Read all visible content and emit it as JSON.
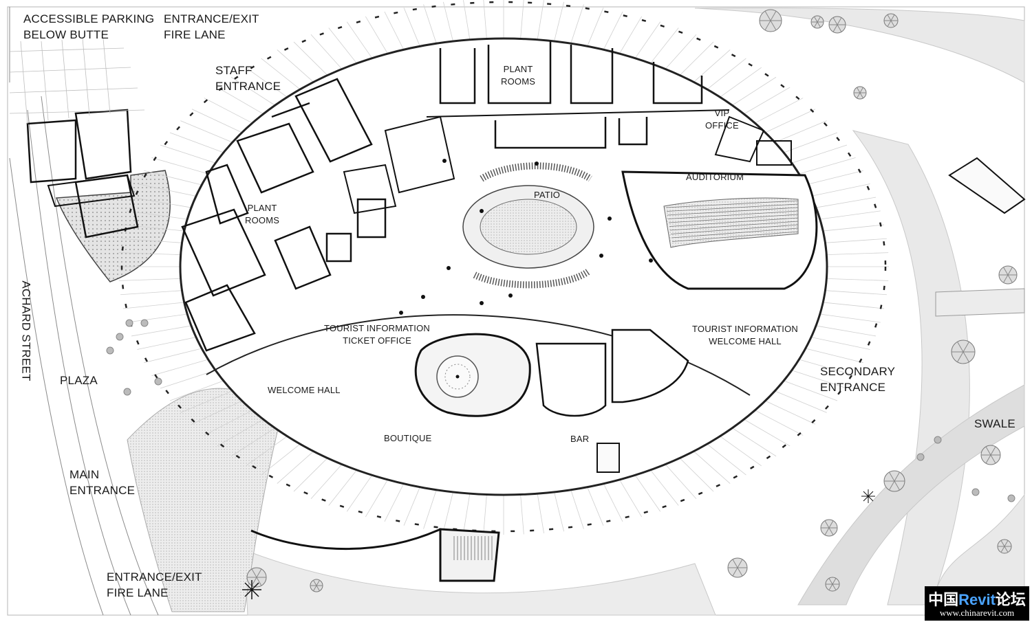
{
  "labels": {
    "parking": "ACCESSIBLE PARKING\nBELOW BUTTE",
    "fire_lane_top": "ENTRANCE/EXIT\nFIRE LANE",
    "staff_entrance": "STAFF\nENTRANCE",
    "plant_rooms_top": "PLANT\nROOMS",
    "plant_rooms_left": "PLANT\nROOMS",
    "vip_office": "VIP\nOFFICE",
    "auditorium": "AUDITORIUM",
    "patio": "PATIO",
    "tourist_ticket": "TOURIST INFORMATION\nTICKET OFFICE",
    "tourist_welcome": "TOURIST INFORMATION\nWELCOME HALL",
    "welcome_hall": "WELCOME HALL",
    "secondary_entrance": "SECONDARY\nENTRANCE",
    "boutique": "BOUTIQUE",
    "bar": "BAR",
    "swale": "SWALE",
    "achard_street": "ACHARD STREET",
    "plaza": "PLAZA",
    "main_entrance": "MAIN\nENTRANCE",
    "fire_lane_bottom": "ENTRANCE/EXIT\nFIRE LANE"
  },
  "watermark": {
    "prefix": "中国",
    "brand": "Revit",
    "suffix": "论坛",
    "url": "www.chinarevit.com"
  }
}
